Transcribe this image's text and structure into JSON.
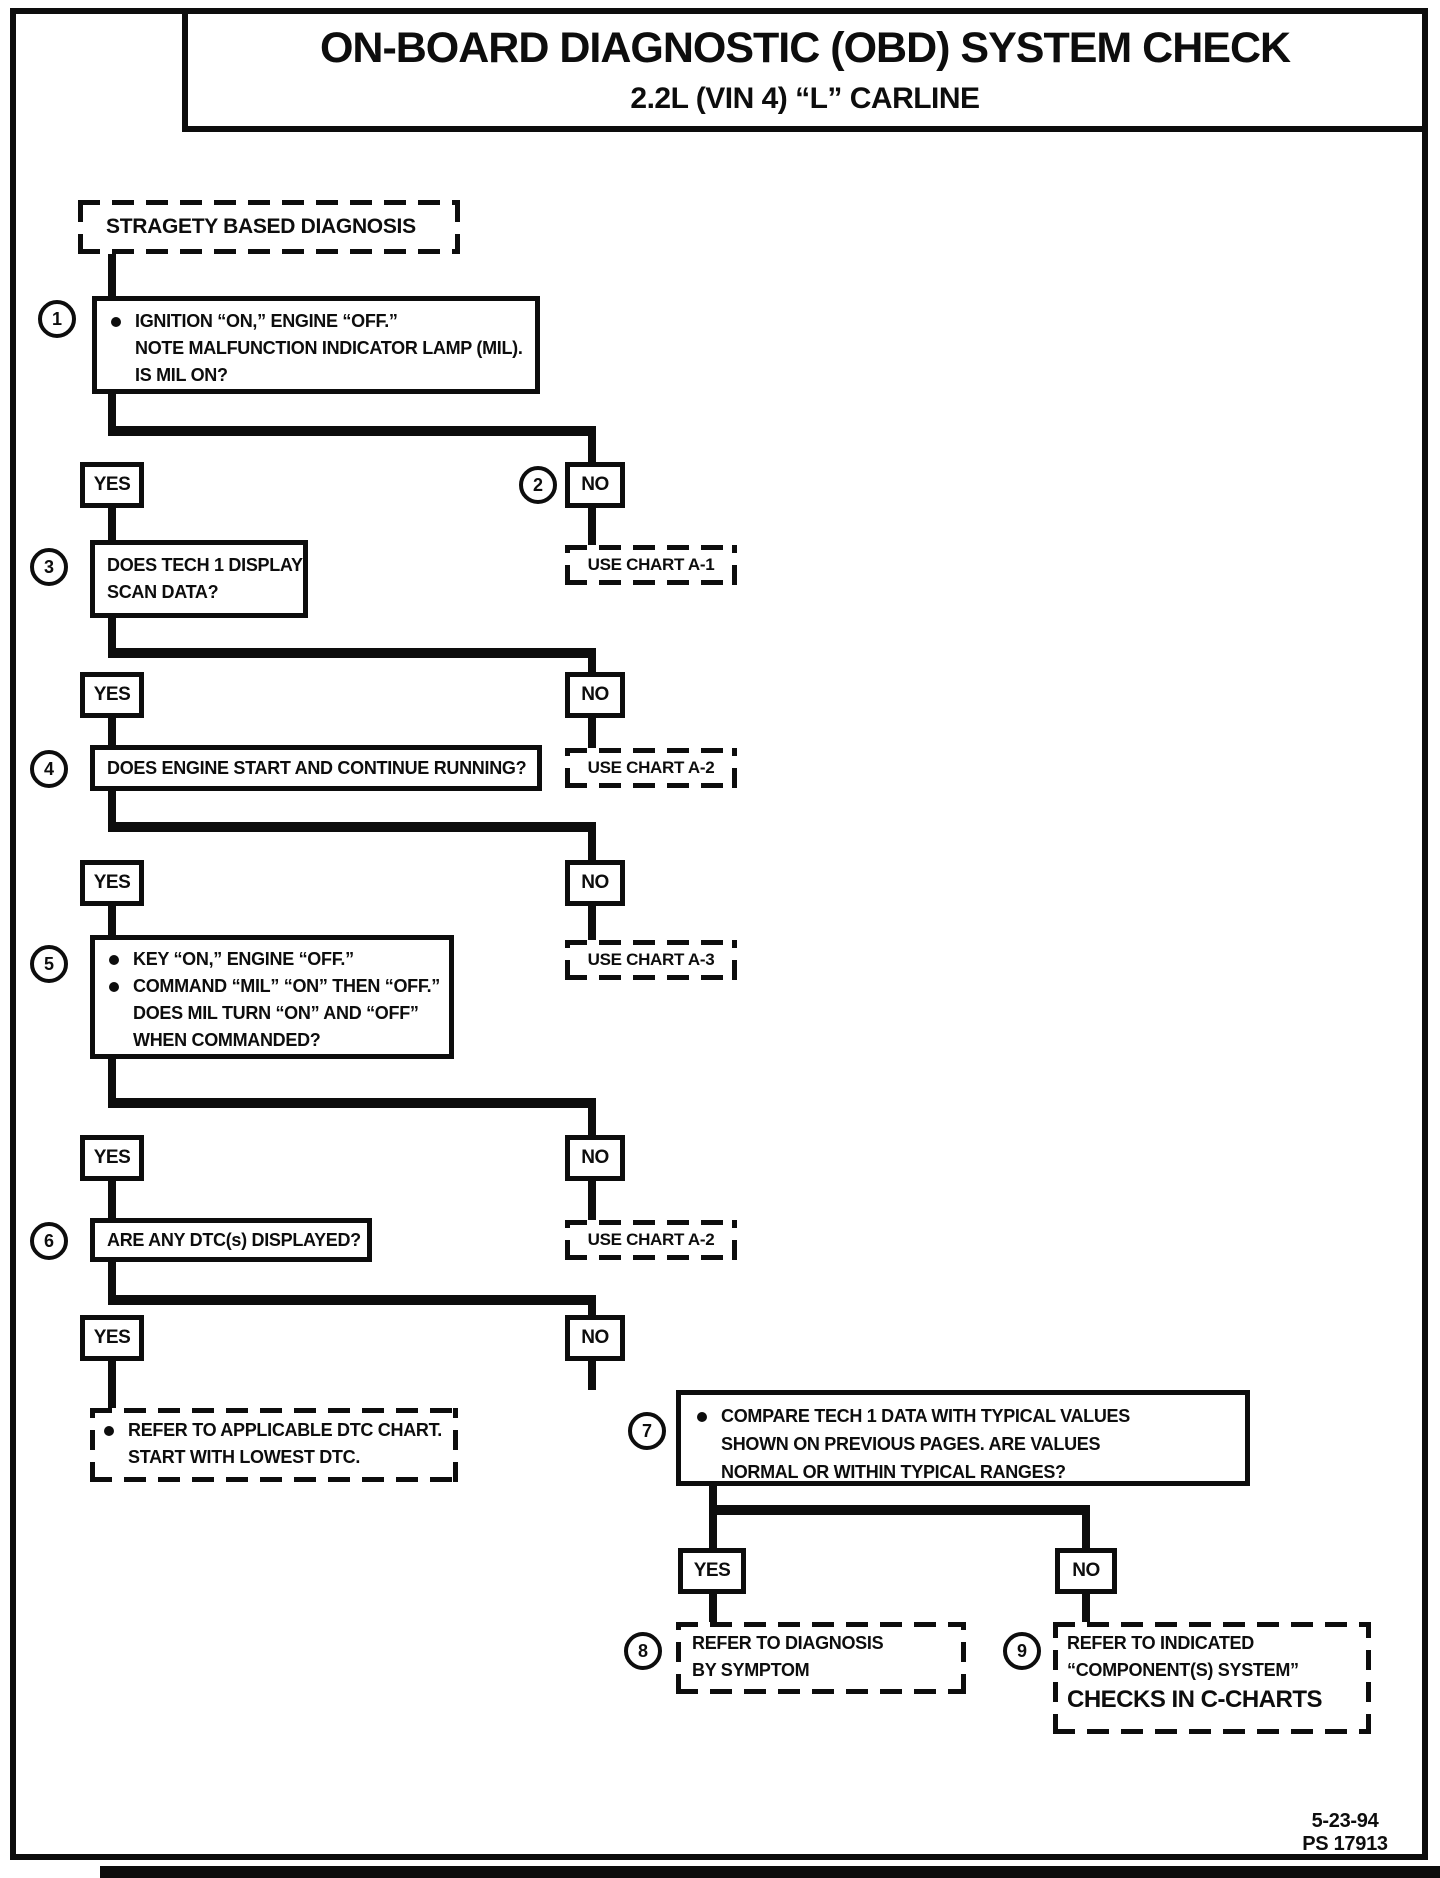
{
  "page": {
    "title": "ON-BOARD DIAGNOSTIC (OBD) SYSTEM CHECK",
    "subtitle": "2.2L  (VIN 4)  “L”  CARLINE",
    "footer_date": "5-23-94",
    "footer_code": "PS 17913"
  },
  "labels": {
    "yes": "YES",
    "no": "NO"
  },
  "start": "STRAGETY BASED DIAGNOSIS",
  "steps": {
    "s1": {
      "num": "1",
      "l0": "IGNITION “ON,” ENGINE “OFF.”",
      "l1": "NOTE MALFUNCTION INDICATOR LAMP (MIL).",
      "l2": "IS MIL ON?"
    },
    "s2": {
      "num": "2"
    },
    "s3": {
      "num": "3",
      "l0": "DOES TECH 1 DISPLAY",
      "l1": "SCAN DATA?"
    },
    "s4": {
      "num": "4",
      "l0": "DOES ENGINE START AND CONTINUE RUNNING?"
    },
    "s5": {
      "num": "5",
      "l0": "KEY “ON,” ENGINE “OFF.”",
      "l1": "COMMAND “MIL” “ON” THEN “OFF.”",
      "l2": "DOES MIL TURN “ON” AND “OFF”",
      "l3": "WHEN COMMANDED?"
    },
    "s6": {
      "num": "6",
      "l0": "ARE ANY DTC(s) DISPLAYED?"
    },
    "s7": {
      "num": "7",
      "l0": "COMPARE TECH 1 DATA WITH TYPICAL VALUES",
      "l1": "SHOWN ON PREVIOUS PAGES.  ARE VALUES",
      "l2": "NORMAL OR WITHIN TYPICAL RANGES?"
    },
    "s8": {
      "num": "8",
      "l0": "REFER TO DIAGNOSIS",
      "l1": "BY SYMPTOM"
    },
    "s9": {
      "num": "9",
      "l0": "REFER TO INDICATED",
      "l1": "“COMPONENT(S) SYSTEM”",
      "l2": "CHECKS IN C-CHARTS"
    }
  },
  "outcomes": {
    "chart_a1": "USE CHART A-1",
    "chart_a2": "USE CHART A-2",
    "chart_a3": "USE CHART A-3",
    "chart_a2_repeat": "USE CHART A-2",
    "dtc": {
      "l0": "REFER TO APPLICABLE DTC CHART.",
      "l1": "START WITH LOWEST DTC."
    }
  },
  "colors": {
    "ink": "#0d0d0d",
    "paper": "#ffffff"
  }
}
